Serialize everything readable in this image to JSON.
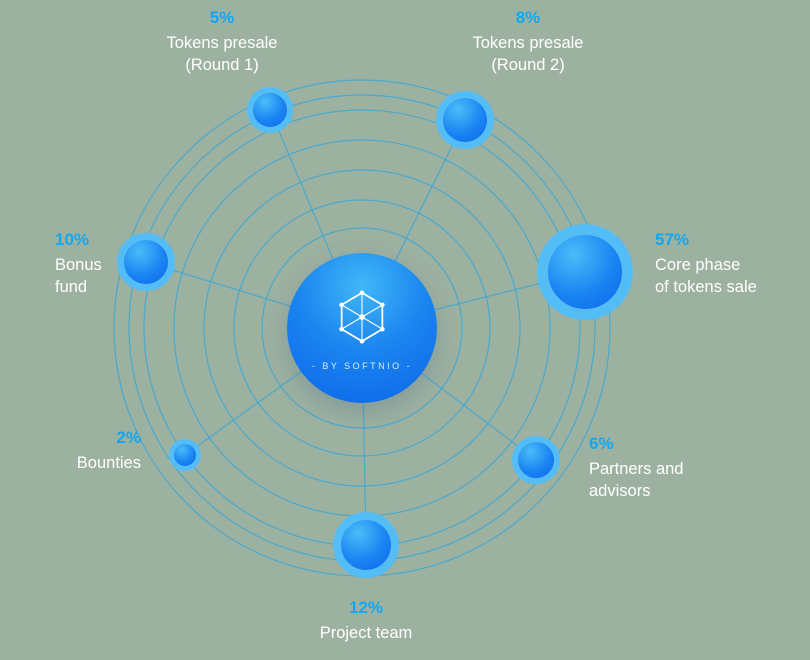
{
  "colors": {
    "background": "#9db1a1",
    "accent": "#0fa8f2",
    "label": "#ffffff",
    "node_fill_light": "#49bdf8",
    "node_fill_dark": "#0d66ec",
    "node_halo": "#55bdf6",
    "orbit_line": "#2ea7dc"
  },
  "center": {
    "brand": "- BY SOFTNIO -",
    "icon": "hex-network-icon"
  },
  "nodes": [
    {
      "id": "tokens-presale-round-1",
      "percent": "5%",
      "label_lines": [
        "Tokens presale",
        "(Round 1)"
      ]
    },
    {
      "id": "tokens-presale-round-2",
      "percent": "8%",
      "label_lines": [
        "Tokens presale",
        "(Round 2)"
      ]
    },
    {
      "id": "core-phase-of-tokens-sale",
      "percent": "57%",
      "label_lines": [
        "Core phase",
        "of tokens sale"
      ]
    },
    {
      "id": "partners-and-advisors",
      "percent": "6%",
      "label_lines": [
        "Partners and",
        "advisors"
      ]
    },
    {
      "id": "project-team",
      "percent": "12%",
      "label_lines": [
        "Project team"
      ]
    },
    {
      "id": "bounties",
      "percent": "2%",
      "label_lines": [
        "Bounties"
      ]
    },
    {
      "id": "bonus-fund",
      "percent": "10%",
      "label_lines": [
        "Bonus",
        "fund"
      ]
    }
  ],
  "chart_data": {
    "type": "pie",
    "title": "",
    "categories": [
      "Tokens presale (Round 1)",
      "Tokens presale (Round 2)",
      "Core phase of tokens sale",
      "Partners and advisors",
      "Project team",
      "Bounties",
      "Bonus fund"
    ],
    "values": [
      5,
      8,
      57,
      6,
      12,
      2,
      10
    ],
    "unit": "%",
    "legend_position": "around-nodes",
    "center_label": "- BY SOFTNIO -"
  }
}
